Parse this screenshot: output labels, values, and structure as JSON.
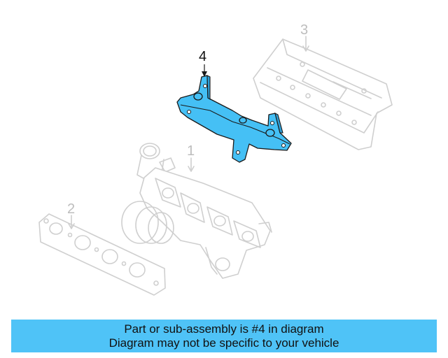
{
  "callouts": {
    "label_1": "1",
    "label_2": "2",
    "label_3": "3",
    "label_4": "4"
  },
  "colors": {
    "highlight": "#45c0f5",
    "ghost_outline": "#cfcfcf",
    "banner": "#4fc3f7"
  },
  "banner": {
    "line1": "Part or sub-assembly is #4 in diagram",
    "line2": "Diagram may not be specific to your vehicle"
  }
}
